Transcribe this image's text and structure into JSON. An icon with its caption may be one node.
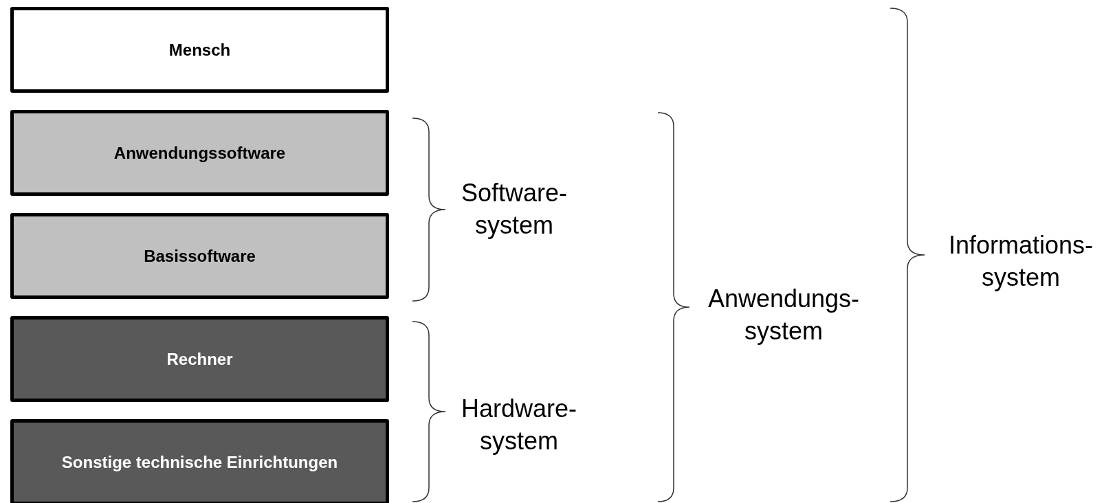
{
  "diagram": {
    "nodes": [
      {
        "text": [
          "Mensch"
        ]
      },
      {
        "text": [
          "Anwendungssoftware"
        ]
      },
      {
        "text": [
          "Basissoftware"
        ]
      },
      {
        "text": [
          "Rechner"
        ]
      },
      {
        "text": [
          "Sonstige technische Einrichtungen"
        ]
      }
    ],
    "labels": [
      "Software- system",
      "Hardware- system",
      "Anwendungs- system",
      "Informations- system"
    ]
  }
}
